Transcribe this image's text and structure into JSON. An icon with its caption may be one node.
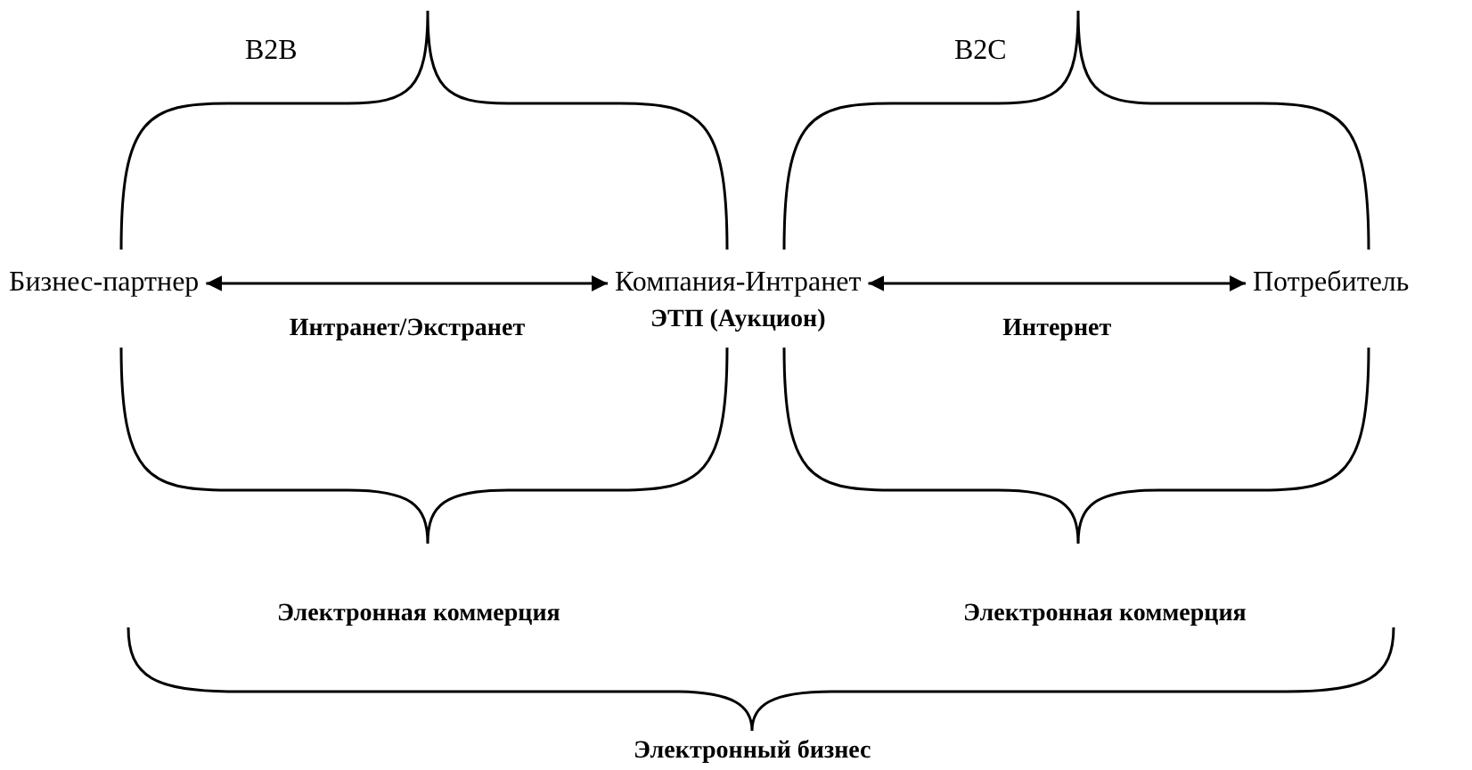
{
  "diagram": {
    "nodes": [
      {
        "text": [
          "Бизнес-партнер"
        ]
      },
      {
        "text": [
          "Компания-Интранет",
          "ЭТП (Аукцион)"
        ]
      },
      {
        "text": [
          "Потребитель"
        ]
      }
    ],
    "edges": [
      {
        "from": 0,
        "to": 1,
        "arrow": "both",
        "label": "Интранет/Экстранет"
      },
      {
        "from": 1,
        "to": 2,
        "arrow": "both",
        "label": "Интернет"
      }
    ],
    "labels": [
      "B2B",
      "B2C",
      "Электронная коммерция",
      "Электронная коммерция",
      "Электронный бизнес"
    ]
  }
}
